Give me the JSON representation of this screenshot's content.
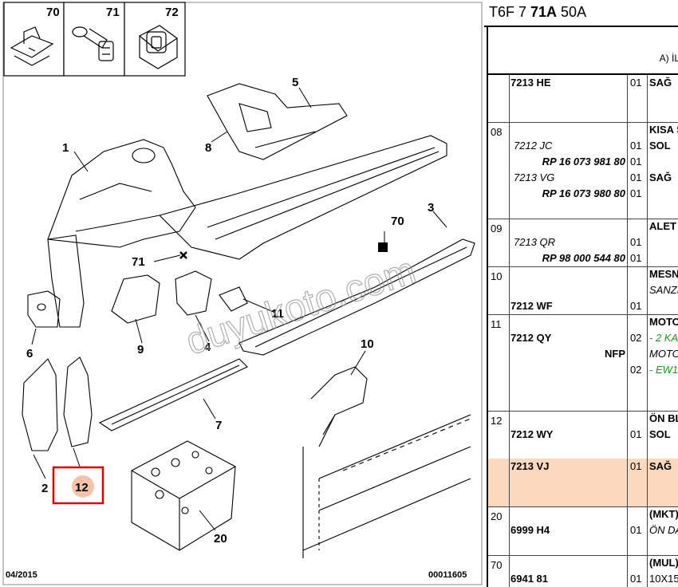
{
  "diagram": {
    "thumbs": [
      "70",
      "71",
      "72"
    ],
    "callouts": [
      "1",
      "2",
      "3",
      "4",
      "5",
      "6",
      "7",
      "8",
      "9",
      "10",
      "11",
      "12",
      "20",
      "70",
      "71"
    ],
    "highlight_callout": "12",
    "date": "04/2015",
    "ref": "00011605",
    "watermark": "duyukoto.com"
  },
  "table": {
    "code_pre": "T6F 7 ",
    "code_bold": "71A",
    "code_post": " 50A",
    "subheader": "A) İL",
    "rows": [
      {
        "item": "",
        "lines": [
          {
            "ref": "7213 HE",
            "ref_style": "bold",
            "qty": "01",
            "desc": "SAĞ",
            "desc_style": "bold"
          }
        ]
      },
      {
        "item": "08",
        "lines": [
          {
            "ref": "",
            "qty": "",
            "desc": "KISA S",
            "desc_style": "bold"
          },
          {
            "ref": "7212 JC",
            "ref_style": "it",
            "qty": "01",
            "desc": "SOL",
            "desc_style": "bold"
          },
          {
            "ref": "RP 16 073 981 80",
            "ref_style": "boldit",
            "qty": "01",
            "desc": "",
            "desc_style": ""
          },
          {
            "ref": "7213 VG",
            "ref_style": "it",
            "qty": "01",
            "desc": "SAĞ",
            "desc_style": "bold"
          },
          {
            "ref": "RP 16 073 980 80",
            "ref_style": "boldit",
            "qty": "01",
            "desc": "",
            "desc_style": ""
          }
        ]
      },
      {
        "item": "09",
        "lines": [
          {
            "ref": "",
            "qty": "",
            "desc": "ALET",
            "desc_style": "bold"
          },
          {
            "ref": "7213 QR",
            "ref_style": "it",
            "qty": "01",
            "desc": "",
            "desc_style": ""
          },
          {
            "ref": "RP 98 000 544 80",
            "ref_style": "boldit",
            "qty": "01",
            "desc": "",
            "desc_style": ""
          }
        ]
      },
      {
        "item": "10",
        "lines": [
          {
            "ref": "",
            "qty": "",
            "desc": "MESN",
            "desc_style": "bold"
          },
          {
            "ref": "",
            "qty": "",
            "desc": "SANZI",
            "desc_style": "it"
          },
          {
            "ref": "7212 WF",
            "ref_style": "bold",
            "qty": "01",
            "desc": "",
            "desc_style": ""
          }
        ]
      },
      {
        "item": "11",
        "lines": [
          {
            "ref": "",
            "qty": "",
            "desc": "MOTO",
            "desc_style": "bold"
          },
          {
            "ref": "7212 QY",
            "ref_style": "bold",
            "qty": "02",
            "desc": "- 2 KA",
            "desc_style": "grn"
          },
          {
            "ref": "NFP",
            "ref_style": "bold",
            "qty": "",
            "desc": "MOTO",
            "desc_style": "it"
          },
          {
            "ref": "",
            "qty": "02",
            "desc": "- EW1",
            "desc_style": "grn"
          }
        ]
      },
      {
        "item": "12",
        "lines": [
          {
            "ref": "",
            "qty": "",
            "desc": "ÖN BL",
            "desc_style": "bold"
          },
          {
            "ref": "7212 WY",
            "ref_style": "bold",
            "qty": "01",
            "desc": "SOL",
            "desc_style": "bold"
          }
        ]
      },
      {
        "item": "",
        "highlight": true,
        "lines": [
          {
            "ref": "7213 VJ",
            "ref_style": "bold",
            "qty": "01",
            "desc": "SAĞ",
            "desc_style": "bold"
          }
        ]
      },
      {
        "item": "20",
        "lines": [
          {
            "ref": "",
            "qty": "",
            "desc": "(MKT)",
            "desc_style": "bold"
          },
          {
            "ref": "6999 H4",
            "ref_style": "bold",
            "qty": "01",
            "desc": "ÖN DA",
            "desc_style": "it"
          }
        ]
      },
      {
        "item": "70",
        "lines": [
          {
            "ref": "",
            "qty": "",
            "desc": "(MUL)",
            "desc_style": "bold"
          },
          {
            "ref": "6941 81",
            "ref_style": "bold",
            "qty": "01",
            "desc": "10X15",
            "desc_style": ""
          }
        ]
      }
    ]
  }
}
